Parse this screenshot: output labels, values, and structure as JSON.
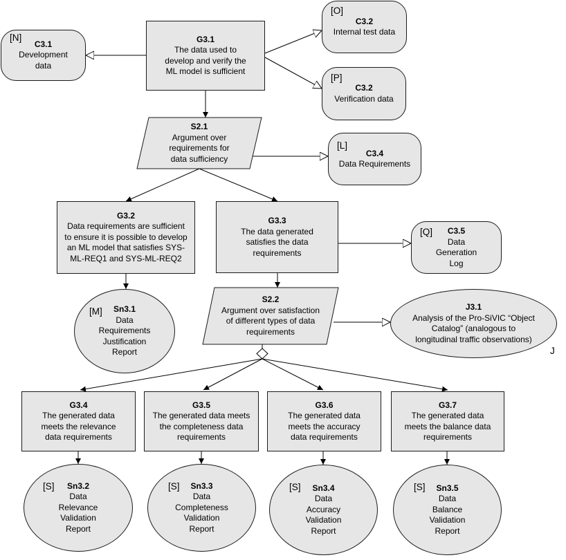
{
  "goals": {
    "g31": {
      "id": "G3.1",
      "text": "The data used to develop and verify the ML model is sufficient"
    },
    "g32": {
      "id": "G3.2",
      "text": "Data requirements are sufficient to ensure it is possible to develop  an ML model that satisfies SYS-ML-REQ1 and SYS-ML-REQ2"
    },
    "g33": {
      "id": "G3.3",
      "text": "The data generated satisfies the data requirements"
    },
    "g34": {
      "id": "G3.4",
      "text": "The generated  data meets the relevance data requirements"
    },
    "g35": {
      "id": "G3.5",
      "text": "The generated  data meets the completeness data requirements"
    },
    "g36": {
      "id": "G3.6",
      "text": "The generated  data meets the accuracy data requirements"
    },
    "g37": {
      "id": "G3.7",
      "text": "The generated  data meets the balance data requirements"
    }
  },
  "strategies": {
    "s21": {
      "id": "S2.1",
      "text": "Argument over requirements for data sufficiency"
    },
    "s22": {
      "id": "S2.2",
      "text": "Argument over satisfaction of different types of data requirements"
    }
  },
  "contexts": {
    "c31": {
      "tag": "[N]",
      "id": "C3.1",
      "text": "Development data"
    },
    "c32a": {
      "tag": "[O]",
      "id": "C3.2",
      "text": "Internal  test data"
    },
    "c32b": {
      "tag": "[P]",
      "id": "C3.2",
      "text": "Verification data"
    },
    "c34": {
      "tag": "[L]",
      "id": "C3.4",
      "text": "Data Requirements"
    },
    "c35": {
      "tag": "[Q]",
      "id": "C3.5",
      "text": "Data Generation Log"
    }
  },
  "justification": {
    "id": "J3.1",
    "text": "Analysis of the Pro-SiVIC “Object Catalog” (analogous to longitudinal traffic observations)",
    "marker": "J"
  },
  "solutions": {
    "sn31": {
      "tag": "[M]",
      "id": "Sn3.1",
      "text": "Data Requirements Justification Report"
    },
    "sn32": {
      "tag": "[S]",
      "id": "Sn3.2",
      "text": "Data Relevance Validation Report"
    },
    "sn33": {
      "tag": "[S]",
      "id": "Sn3.3",
      "text": "Data Completeness Validation Report"
    },
    "sn34": {
      "tag": "[S]",
      "id": "Sn3.4",
      "text": "Data Accuracy Validation Report"
    },
    "sn35": {
      "tag": "[S]",
      "id": "Sn3.5",
      "text": "Data Balance Validation Report"
    }
  }
}
